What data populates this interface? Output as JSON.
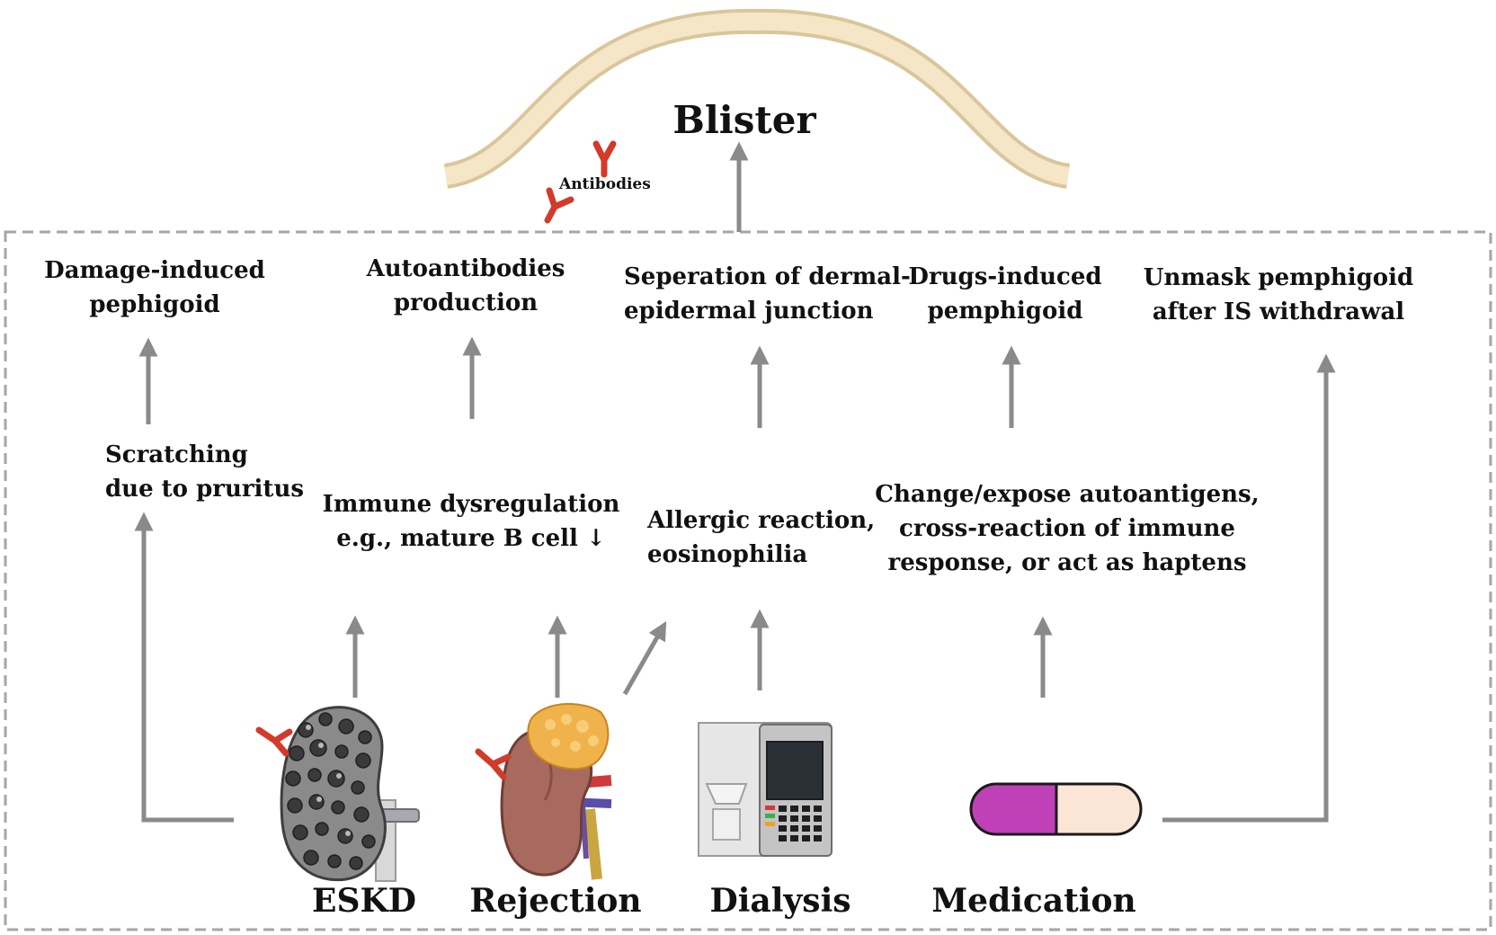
{
  "diagram": {
    "title": "Blister",
    "antibodies_label": "Antibodies",
    "outcomes": [
      {
        "id": "damage",
        "lines": [
          "Damage-induced",
          "pephigoid"
        ]
      },
      {
        "id": "autoantibodies",
        "lines": [
          "Autoantibodies",
          "production"
        ]
      },
      {
        "id": "separation",
        "lines": [
          "Seperation of dermal-",
          "epidermal junction"
        ]
      },
      {
        "id": "drugs",
        "lines": [
          "Drugs-induced",
          "pemphigoid"
        ]
      },
      {
        "id": "unmask",
        "lines": [
          "Unmask pemphigoid",
          "after IS withdrawal"
        ]
      }
    ],
    "mechanisms": [
      {
        "id": "scratching",
        "lines": [
          "Scratching",
          "due to pruritus"
        ]
      },
      {
        "id": "immune",
        "lines": [
          "Immune dysregulation",
          "e.g., mature B cell ↓"
        ]
      },
      {
        "id": "allergic",
        "lines": [
          "Allergic reaction,",
          "eosinophilia"
        ]
      },
      {
        "id": "change",
        "lines": [
          "Change/expose autoantigens,",
          "cross-reaction of immune",
          "response, or act as haptens"
        ]
      }
    ],
    "sources": [
      {
        "id": "eskd",
        "label": "ESKD",
        "icon": "polycystic-kidney-icon"
      },
      {
        "id": "rejection",
        "label": "Rejection",
        "icon": "kidney-icon"
      },
      {
        "id": "dialysis",
        "label": "Dialysis",
        "icon": "dialysis-machine-icon"
      },
      {
        "id": "medication",
        "label": "Medication",
        "icon": "capsule-icon"
      }
    ],
    "colors": {
      "arrow": "#8a8a8a",
      "dashed_border": "#a6a6a6",
      "skin_fill": "#f5e6c8",
      "skin_stroke": "#d9c69a",
      "antibody": "#d23a2a",
      "capsule_left": "#c040b8",
      "capsule_right": "#fbe6d6",
      "kidney": "#a86a5e",
      "cyst_kidney": "#7c7c7c",
      "fat": "#f0b24a"
    }
  }
}
